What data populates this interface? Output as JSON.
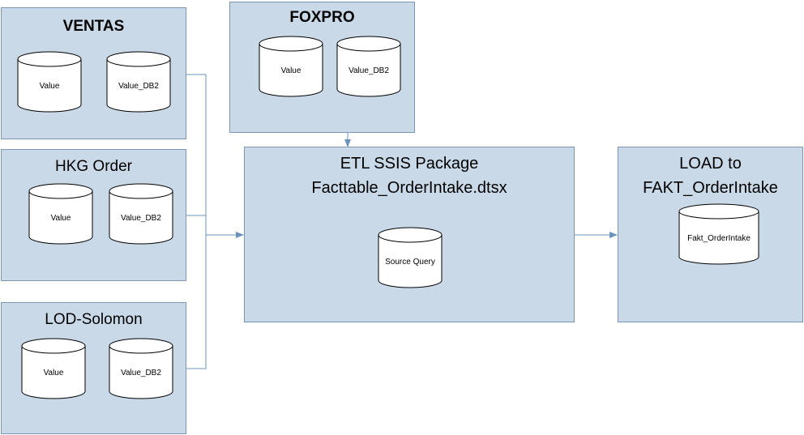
{
  "colors": {
    "box_fill": "#c9d9e8",
    "box_border": "#7a96b2",
    "connector": "#6c94bb",
    "cylinder_fill": "#ffffff",
    "cylinder_stroke": "#000000"
  },
  "sources": [
    {
      "title": "VENTAS",
      "databases": [
        "Value",
        "Value_DB2"
      ]
    },
    {
      "title": "HKG Order",
      "databases": [
        "Value",
        "Value_DB2"
      ]
    },
    {
      "title": "LOD-Solomon",
      "databases": [
        "Value",
        "Value_DB2"
      ]
    }
  ],
  "foxpro": {
    "title": "FOXPRO",
    "databases": [
      "Value",
      "Value_DB2"
    ]
  },
  "etl": {
    "line1": "ETL SSIS Package",
    "line2": "Facttable_OrderIntake.dtsx",
    "database": "Source Query"
  },
  "load": {
    "line1": "LOAD to",
    "line2": "FAKT_OrderIntake",
    "database": "Fakt_OrderIntake"
  }
}
